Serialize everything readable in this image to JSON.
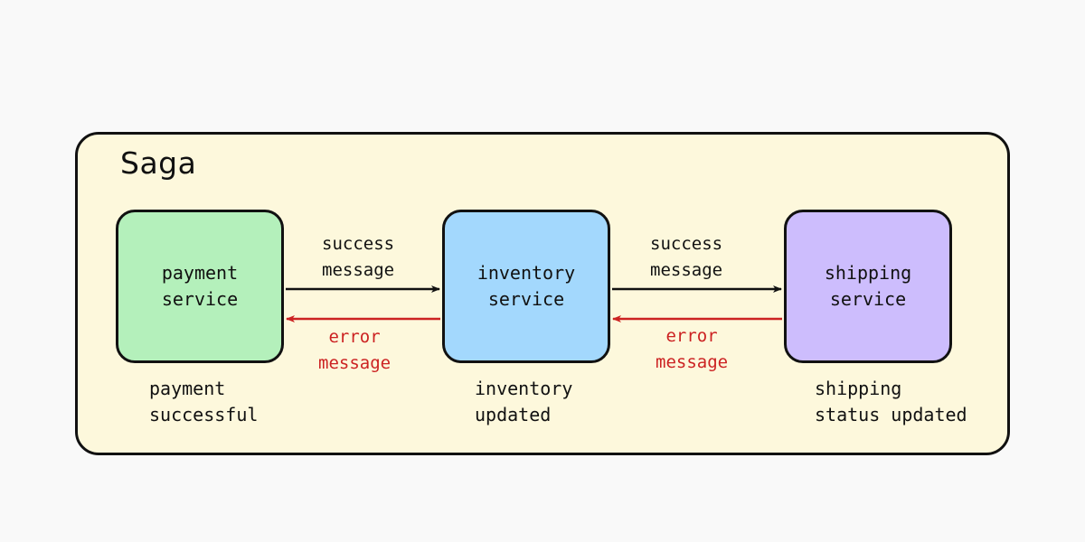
{
  "diagram": {
    "title": "Saga",
    "background_color": "#f9f9f9",
    "container_color": "#fdf8dc",
    "border_color": "#111111",
    "success_color": "#111111",
    "error_color": "#cc2222"
  },
  "services": [
    {
      "id": "payment-service",
      "name_line_1": "payment",
      "name_line_2": "service",
      "color": "#b4f0bb",
      "caption_line_1": "payment",
      "caption_line_2": "successful"
    },
    {
      "id": "inventory-service",
      "name_line_1": "inventory",
      "name_line_2": "service",
      "color": "#a3d8fd",
      "caption_line_1": "inventory",
      "caption_line_2": "updated"
    },
    {
      "id": "shipping-service",
      "name_line_1": "shipping",
      "name_line_2": "service",
      "color": "#cdbdfd",
      "caption_line_1": "shipping",
      "caption_line_2": "status updated"
    }
  ],
  "edges": [
    {
      "id": "payment-to-inventory-success",
      "kind": "success",
      "direction": "right",
      "label_line_1": "success",
      "label_line_2": "message",
      "color": "#111111"
    },
    {
      "id": "inventory-to-payment-error",
      "kind": "error",
      "direction": "left",
      "label_line_1": "error",
      "label_line_2": "message",
      "color": "#cc2222"
    },
    {
      "id": "inventory-to-shipping-success",
      "kind": "success",
      "direction": "right",
      "label_line_1": "success",
      "label_line_2": "message",
      "color": "#111111"
    },
    {
      "id": "shipping-to-inventory-error",
      "kind": "error",
      "direction": "left",
      "label_line_1": "error",
      "label_line_2": "message",
      "color": "#cc2222"
    }
  ]
}
